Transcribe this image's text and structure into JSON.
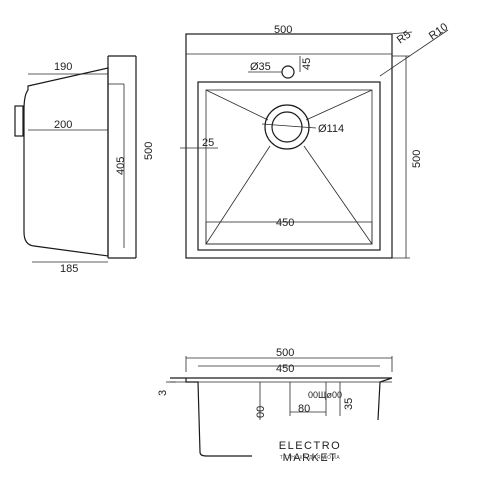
{
  "side_view": {
    "dim_top": "190",
    "dim_mid": "200",
    "dim_height_inner": "405",
    "dim_height_outer": "500",
    "dim_bottom": "185"
  },
  "top_view": {
    "dim_width": "500",
    "dim_radius_corner": "R5",
    "dim_radius_inner": "R10",
    "dim_tap_hole": "Ø35",
    "dim_tap_offset": "45",
    "dim_drain": "Ø114",
    "dim_edge": "25",
    "dim_bowl_width": "450",
    "dim_height": "500"
  },
  "section_view": {
    "dim_outer": "500",
    "dim_inner": "450",
    "dim_thickness": "3",
    "dim_drain_w": "80",
    "dim_drain_h": "35",
    "dim_a": "00",
    "dim_b": "00Щø00"
  },
  "logo": {
    "name": "ELECTRO MARKET",
    "tagline": "ТЕХНИКА ДЛЯ ДОМА"
  }
}
